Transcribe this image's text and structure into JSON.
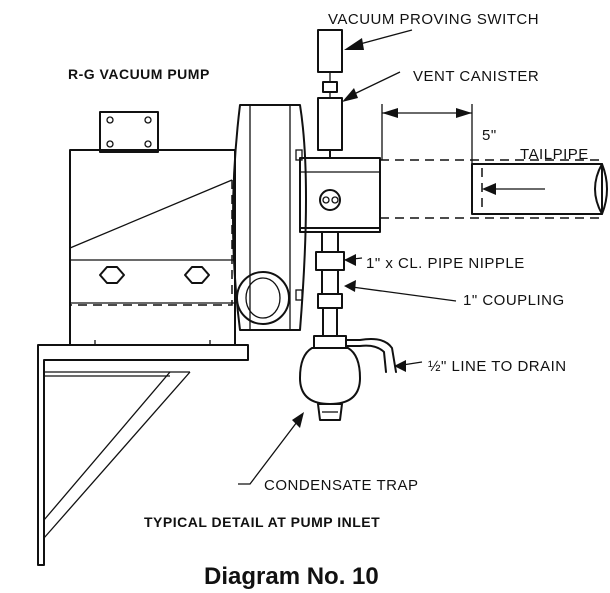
{
  "labels": {
    "vacuum_proving_switch": "VACUUM PROVING SWITCH",
    "pump": "R-G VACUUM PUMP",
    "vent_canister": "VENT CANISTER",
    "distance": "5\"",
    "tailpipe": "TAILPIPE",
    "pipe_nipple": "1\" x CL. PIPE NIPPLE",
    "coupling": "1\" COUPLING",
    "line_to_drain": "½\" LINE TO DRAIN",
    "condensate_trap": "CONDENSATE TRAP",
    "detail_caption": "TYPICAL DETAIL AT PUMP INLET",
    "diagram_title": "Diagram No. 10"
  }
}
